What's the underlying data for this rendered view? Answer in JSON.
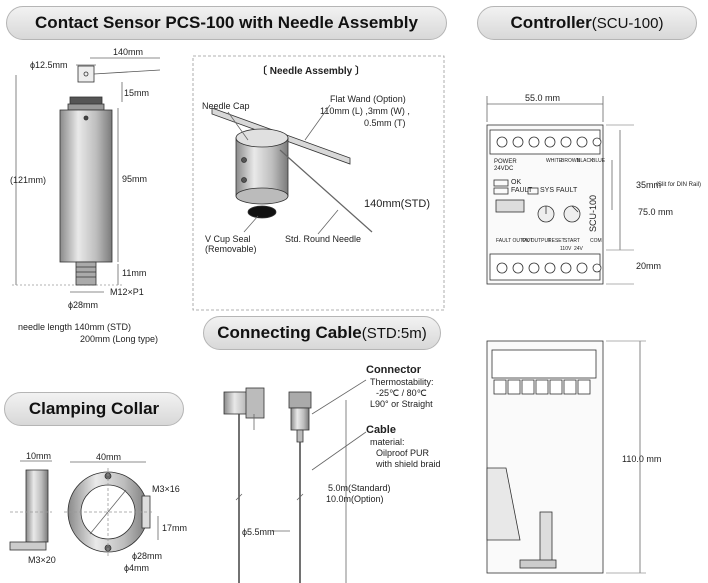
{
  "titles": {
    "sensor": "Contact Sensor PCS-100 with Needle Assembly",
    "controller_main": "Controller",
    "controller_sub": "(SCU-100)",
    "cable_main": "Connecting Cable",
    "cable_sub": "(STD:5m)",
    "collar": "Clamping Collar"
  },
  "sensor": {
    "dia": "ϕ12.5mm",
    "width": "140mm",
    "top_h": "15mm",
    "total": "(121mm)",
    "body_h": "95mm",
    "thread_h": "11mm",
    "thread": "M12×P1",
    "body_dia": "ϕ28mm",
    "needle_line1": "needle length 140mm (STD)",
    "needle_line2": "200mm (Long type)"
  },
  "needle": {
    "title": "〔 Needle Assembly 〕",
    "cap": "Needle Cap",
    "wand": "Flat Wand  (Option)",
    "wand_dims1": "110mm (L) ,3mm (W) ,",
    "wand_dims2": "0.5mm (T)",
    "len": "140mm(STD)",
    "seal1": "V Cup Seal",
    "seal2": "(Removable)",
    "round": "Std. Round Needle"
  },
  "controller": {
    "width": "55.0 mm",
    "din": "35mm",
    "din_note": "(Slit for DIN Rail)",
    "height": "75.0 mm",
    "bottom": "20mm",
    "depth": "110.0 mm",
    "power": "POWER",
    "volt": "24VDC",
    "white": "WHITE",
    "brown": "BROWN",
    "black": "BLACK",
    "blue": "BLUE",
    "ok": "OK",
    "fault": "FAULT",
    "sys_fault": "SYS FAULT",
    "model": "SCU-100",
    "fault_out": "FAULT OUTPUT",
    "ok_out": "OK OUTPUT",
    "reset": "RESET",
    "start": "START",
    "v110": "110V",
    "v24": "24V",
    "com": "COM"
  },
  "cable": {
    "connector": "Connector",
    "thermo": "Thermostability:",
    "temp": "-25℃ / 80℃",
    "angle": "L90° or Straight",
    "cable": "Cable",
    "material": "material:",
    "pur": "Oilproof PUR",
    "braid": "with shield braid",
    "std_len": "5.0m(Standard)",
    "opt_len": "10.0m(Option)",
    "dia": "ϕ5.5mm"
  },
  "collar": {
    "w10": "10mm",
    "w40": "40mm",
    "m3x16": "M3×16",
    "h17": "17mm",
    "d28": "ϕ28mm",
    "d4": "ϕ4mm",
    "m3x20": "M3×20"
  }
}
